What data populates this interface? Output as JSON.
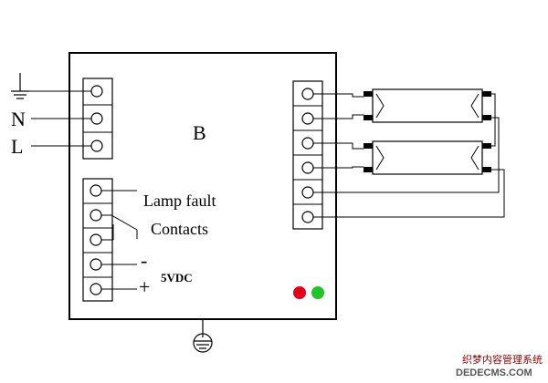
{
  "diagram": {
    "box_label": "B",
    "inputs": {
      "earth": "",
      "neutral": "N",
      "line": "L"
    },
    "lamp_fault_text": "Lamp fault",
    "contacts_text": "Contacts",
    "minus_sign": "-",
    "plus_sign": "+",
    "voltage_text": "5VDC",
    "indicators": [
      {
        "name": "red-led",
        "color": "#e3001b"
      },
      {
        "name": "green-led",
        "color": "#21c32a"
      }
    ]
  },
  "watermark": {
    "line1": "织梦内容管理系统",
    "line2": "DEDECMS.COM"
  },
  "colors": {
    "stroke": "#000000",
    "background": "#ffffff"
  }
}
